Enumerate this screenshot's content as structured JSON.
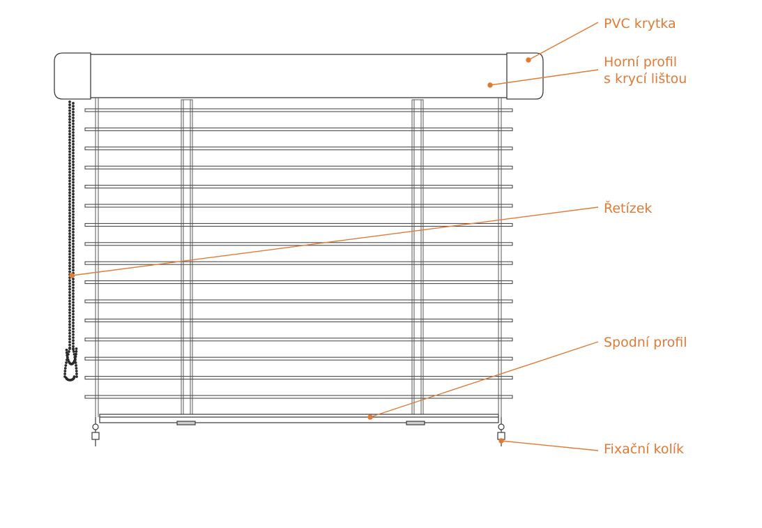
{
  "labels": {
    "pvc_cap": "PVC krytka",
    "top_profile_line1": "Horní profil",
    "top_profile_line2": "s krycí lištou",
    "chain": "Řetízek",
    "bottom_profile": "Spodní profil",
    "fixing_pin": "Fixační kolík"
  },
  "colors": {
    "accent": "#e07a35",
    "line": "#3a3a3a"
  },
  "slat_count": 16
}
